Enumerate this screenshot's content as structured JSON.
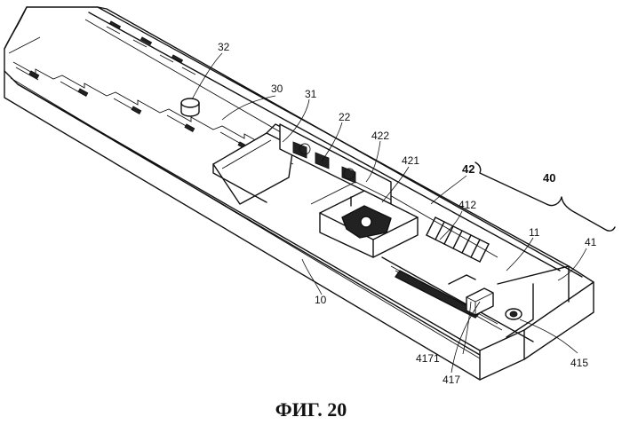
{
  "caption": "ФИГ. 20",
  "labels": {
    "l32": "32",
    "l30": "30",
    "l31": "31",
    "l22": "22",
    "l422": "422",
    "l421": "421",
    "l42": "42",
    "l40": "40",
    "l41": "41",
    "l412": "412",
    "l11": "11",
    "l10": "10",
    "l4171": "4171",
    "l417": "417",
    "l415": "415"
  }
}
